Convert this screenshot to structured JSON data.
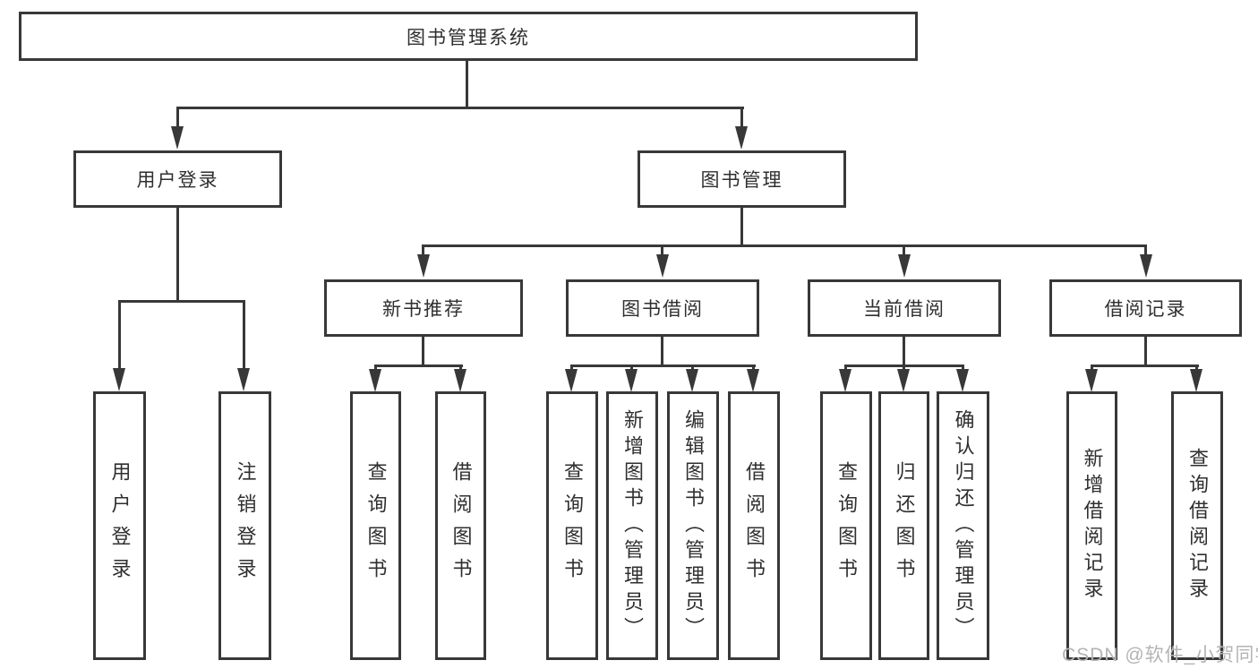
{
  "colors": {
    "line": "#383838",
    "text": "#2f2f2f",
    "watermark": "#b4b4b4",
    "background": "#ffffff"
  },
  "watermark": {
    "text": "CSDN @软件_小贺同学"
  },
  "tree": {
    "label": "图书管理系统",
    "children": [
      {
        "label": "用户登录",
        "children": [
          {
            "label": "用户登录"
          },
          {
            "label": "注销登录"
          }
        ]
      },
      {
        "label": "图书管理",
        "children": [
          {
            "label": "新书推荐",
            "children": [
              {
                "label": "查询图书"
              },
              {
                "label": "借阅图书"
              }
            ]
          },
          {
            "label": "图书借阅",
            "children": [
              {
                "label": "查询图书"
              },
              {
                "label": "新增图书（管理员）"
              },
              {
                "label": "编辑图书（管理员）"
              },
              {
                "label": "借阅图书"
              }
            ]
          },
          {
            "label": "当前借阅",
            "children": [
              {
                "label": "查询图书"
              },
              {
                "label": "归还图书"
              },
              {
                "label": "确认归还（管理员）"
              }
            ]
          },
          {
            "label": "借阅记录",
            "children": [
              {
                "label": "新增借阅记录"
              },
              {
                "label": "查询借阅记录"
              }
            ]
          }
        ]
      }
    ]
  }
}
